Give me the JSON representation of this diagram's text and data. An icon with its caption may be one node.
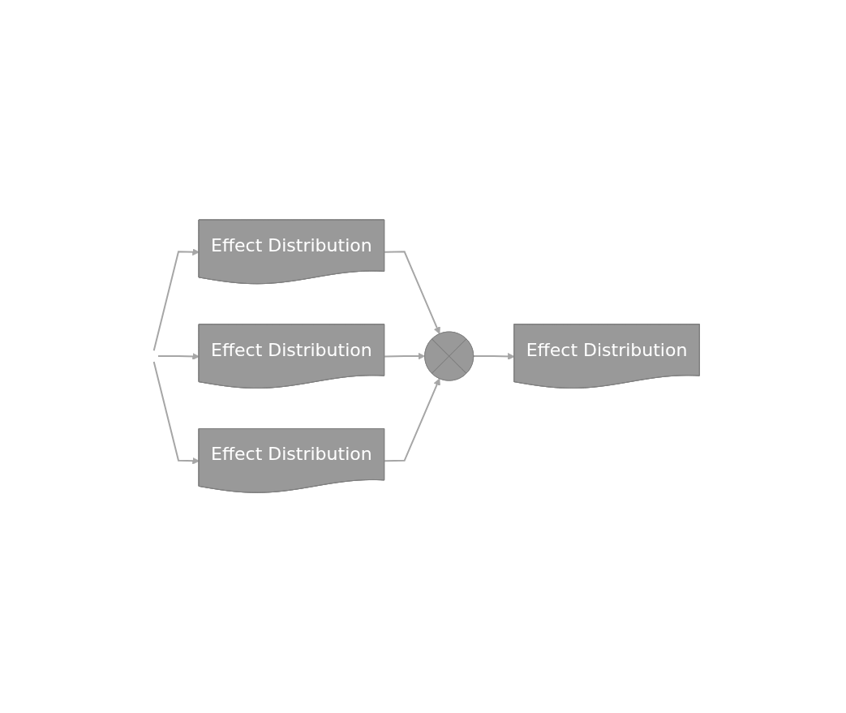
{
  "diagram": {
    "nodes": [
      {
        "text": [
          "Effect Distribution"
        ]
      },
      {
        "text": [
          "Effect Distribution"
        ]
      },
      {
        "text": [
          "Effect Distribution"
        ]
      },
      {
        "text": [],
        "shape": "circle"
      },
      {
        "text": [
          "Effect Distribution"
        ]
      }
    ],
    "edges": [
      {
        "from": null,
        "to": 0,
        "arrow": "to"
      },
      {
        "from": null,
        "to": 1,
        "arrow": "to"
      },
      {
        "from": null,
        "to": 2,
        "arrow": "to"
      },
      {
        "from": 0,
        "to": 3,
        "arrow": "to"
      },
      {
        "from": 1,
        "to": 3,
        "arrow": "to"
      },
      {
        "from": 2,
        "to": 3,
        "arrow": "to"
      },
      {
        "from": 3,
        "to": 4,
        "arrow": "to"
      }
    ]
  }
}
